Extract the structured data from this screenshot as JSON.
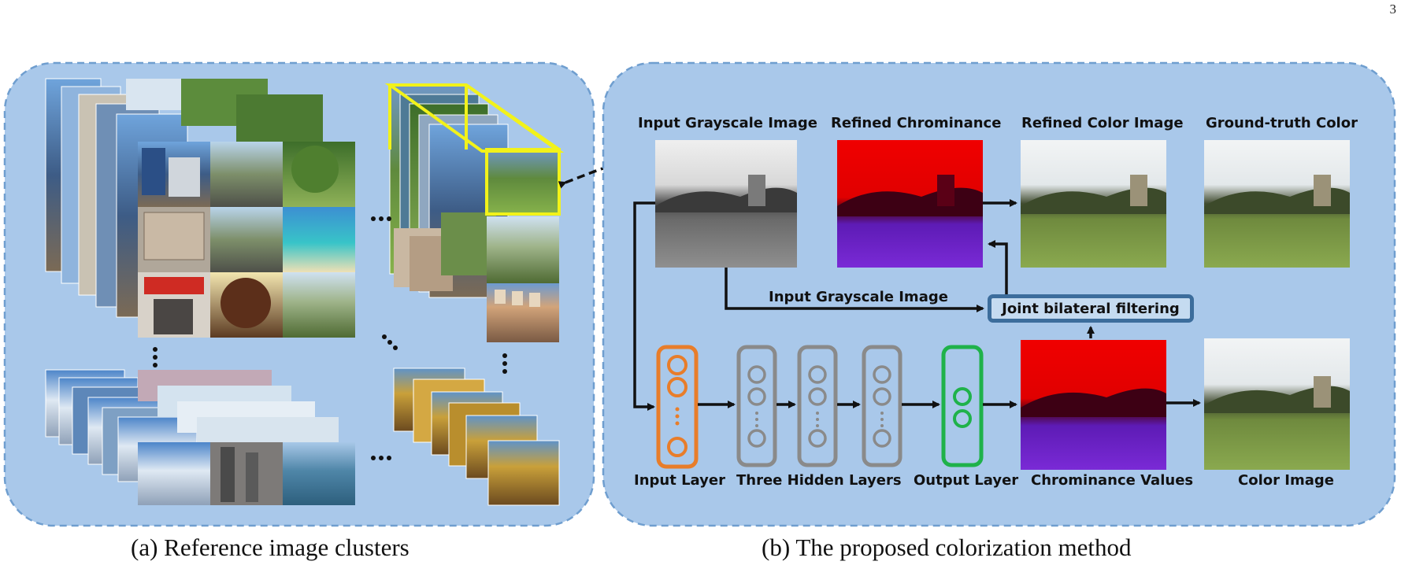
{
  "page_number": "3",
  "panel_a": {
    "caption": "(a) Reference image clusters"
  },
  "panel_b": {
    "caption": "(b) The proposed colorization method",
    "top_labels": {
      "input_grayscale": "Input Grayscale Image",
      "refined_chrominance": "Refined Chrominance",
      "refined_color": "Refined Color Image",
      "ground_truth": "Ground-truth Color"
    },
    "guide_label": "Input Grayscale Image",
    "joint_filter_label": "Joint bilateral filtering",
    "bottom_labels": {
      "input_layer": "Input Layer",
      "hidden_layers": "Three Hidden Layers",
      "output_layer": "Output Layer",
      "chrominance_values": "Chrominance Values",
      "color_image": "Color Image"
    }
  },
  "colors": {
    "panel_fill": "#a9c8ea",
    "panel_border": "#6f9ecf",
    "input_layer": "#e87d2a",
    "hidden_layer": "#8a8a8a",
    "output_layer": "#1fb24a",
    "cube_highlight": "#f2f21a",
    "filter_box": "#3c6d9c"
  }
}
